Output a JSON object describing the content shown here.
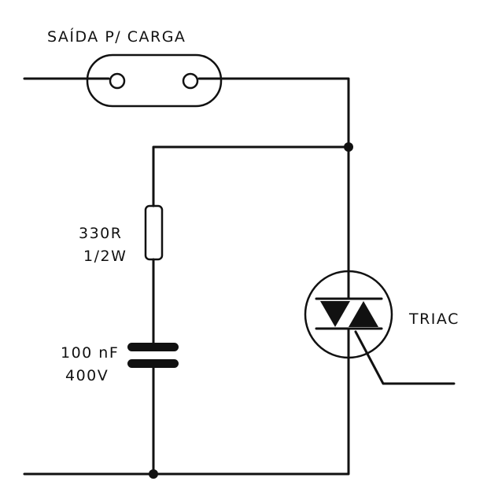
{
  "labels": {
    "load_output": "SAÍDA P/ CARGA",
    "resistor_value": "330R",
    "resistor_power": "1/2W",
    "capacitor_value": "100 nF",
    "capacitor_voltage": "400V",
    "triac": "TRIAC"
  },
  "colors": {
    "ink": "#111111",
    "paper": "#ffffff"
  }
}
